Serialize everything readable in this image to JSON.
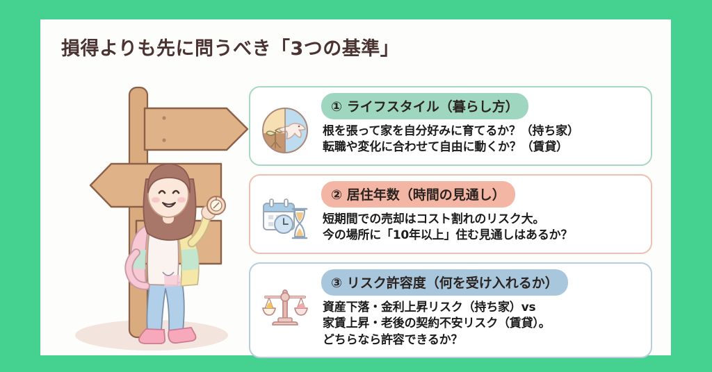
{
  "page": {
    "title": "損得よりも先に問うべき「3つの基準」",
    "background_color": "#45d18f",
    "panel_color": "#fdfdfb",
    "title_color": "#4a3330"
  },
  "illustration": {
    "name": "signpost-and-woman-illustration",
    "description": "木製の三叉路の道しるべと、コンパスを持つ女性",
    "signpost_color": "#d9ab7e",
    "woman_hair_color": "#a9776a",
    "woman_jacket_colors": [
      "#f7c9d4",
      "#bfe6d2",
      "#f5e7a8",
      "#cfe3f5"
    ],
    "woman_pants_color": "#aecbe8",
    "woman_shoes_color": "#f5a9b8"
  },
  "cards": [
    {
      "id": "card-lifestyle",
      "icon_name": "plant-and-dove-circle-icon",
      "border_color": "#a8d8c4",
      "pill_color": "#9ed6bf",
      "heading": "① ライフスタイル（暮らし方）",
      "lines": [
        "根を張って家を自分好みに育てるか？（持ち家）",
        "転職や変化に合わせて自由に動くか？（賃貸）"
      ]
    },
    {
      "id": "card-residence-years",
      "icon_name": "calendar-clock-hourglass-icon",
      "border_color": "#eec0b4",
      "pill_color": "#f3b5a4",
      "heading": "② 居住年数（時間の見通し）",
      "lines": [
        "短期間での売却はコスト割れのリスク大。",
        "今の場所に「10年以上」住む見通しはあるか？"
      ]
    },
    {
      "id": "card-risk-tolerance",
      "icon_name": "balance-scales-icon",
      "border_color": "#b8cddc",
      "pill_color": "#a9c7dc",
      "heading": "③ リスク許容度（何を受け入れるか）",
      "lines": [
        "資産下落・金利上昇リスク（持ち家）vs",
        "家賃上昇・老後の契約不安リスク（賃貸）。",
        "どちらなら許容できるか？"
      ]
    }
  ]
}
